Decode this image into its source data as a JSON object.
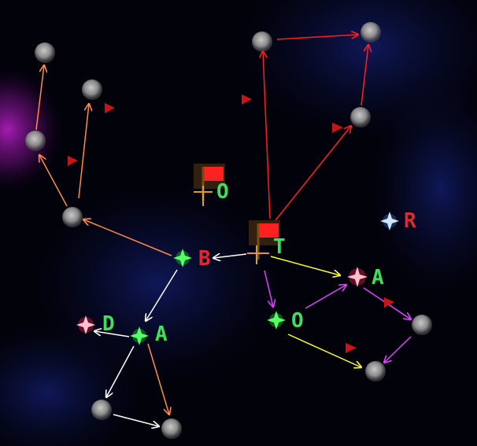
{
  "map": {
    "background": "#02020a",
    "nebula_color": "#b020c0",
    "space_tint": "#0b1450",
    "colors": {
      "green_label": "#3ee05a",
      "red_label": "#e0282d",
      "red_arrow": "#ff1e1e",
      "orange_arrow": "#ff8a4a",
      "white_arrow": "#ffffff",
      "yellow_arrow": "#ffff1e",
      "magenta_arrow": "#e040ff"
    },
    "labels": {
      "b": "B",
      "t": "T",
      "a_right": "A",
      "o_mid": "O",
      "d_left": "D",
      "a_left": "A",
      "o_top": "O",
      "r": "R"
    },
    "icons": {
      "node": "gray-star-node-icon",
      "green_star": "green-star-icon",
      "red_star": "red-star-icon",
      "blue_star": "blue-star-icon",
      "fleet": "fleet-flag-icon",
      "marker": "red-triangle-marker-icon"
    }
  }
}
